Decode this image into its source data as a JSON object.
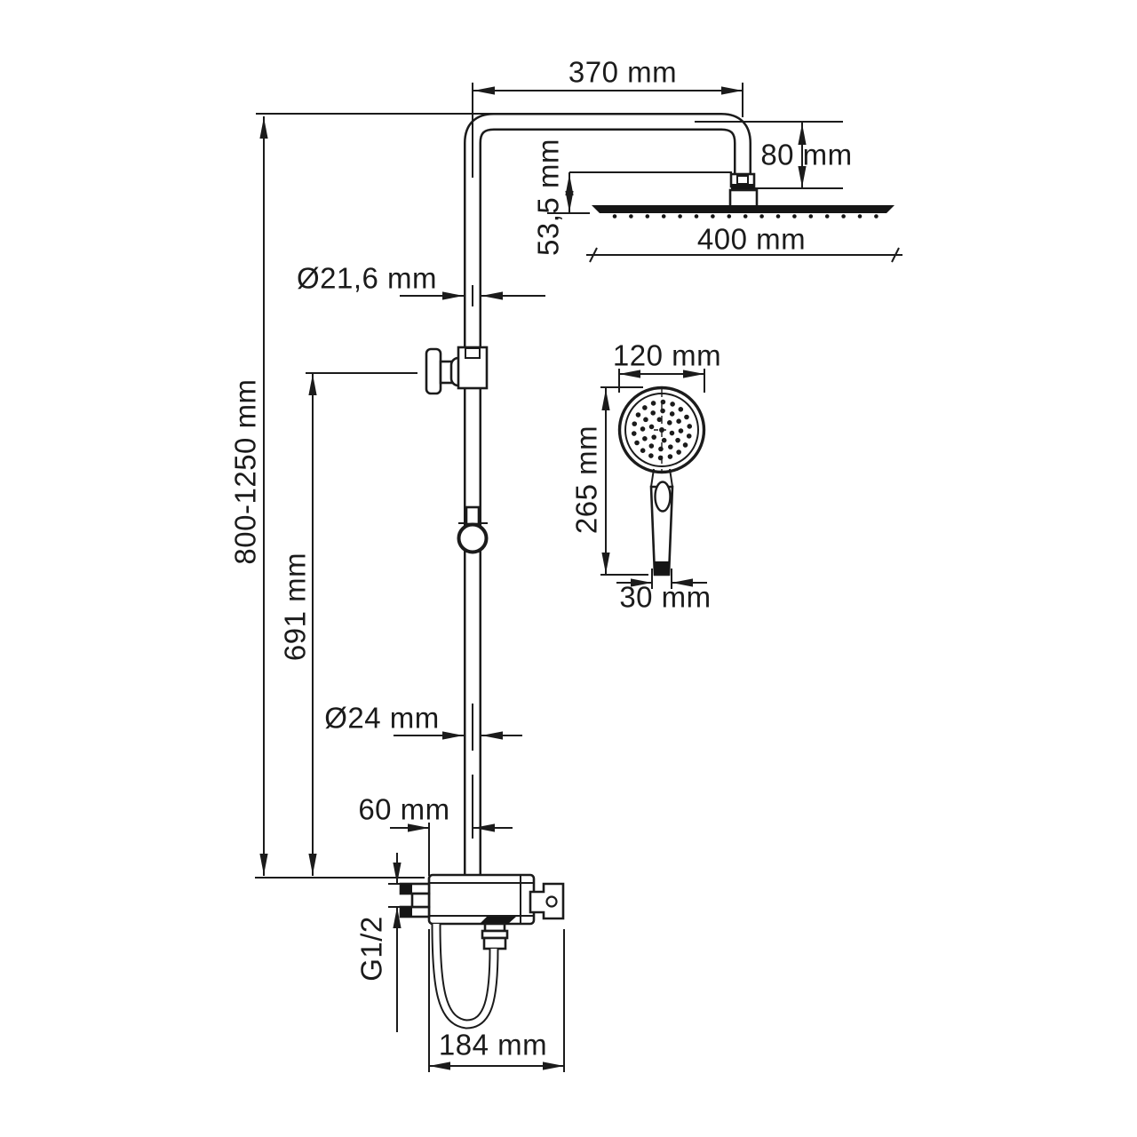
{
  "colors": {
    "background": "#ffffff",
    "line": "#1b1b1b",
    "text": "#1b1b1b"
  },
  "dimensions": {
    "arm_length": "370 mm",
    "head_drop": "80 mm",
    "head_offset": "53,5 mm",
    "head_width": "400 mm",
    "pipe_upper_diameter": "Ø21,6 mm",
    "column_height": "800-1250 mm",
    "bracket_height": "691 mm",
    "handshower_diameter": "120 mm",
    "handshower_length": "265 mm",
    "handshower_bottom_width": "30 mm",
    "pipe_lower_diameter": "Ø24 mm",
    "mixer_offset": "60 mm",
    "inlet_thread": "G1/2",
    "mixer_width": "184 mm"
  }
}
